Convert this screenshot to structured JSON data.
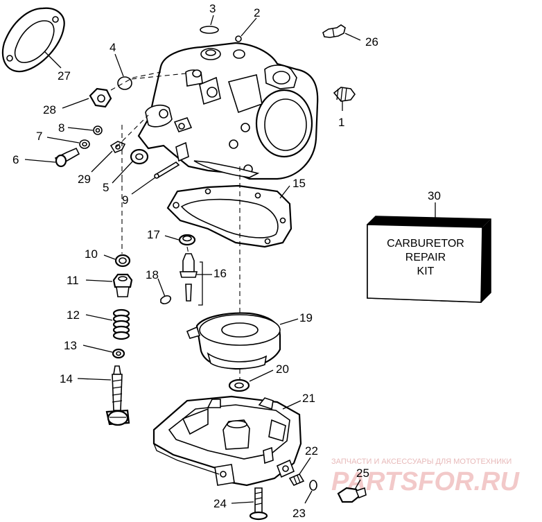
{
  "callouts": [
    {
      "id": "1",
      "text": "1"
    },
    {
      "id": "2",
      "text": "2"
    },
    {
      "id": "3",
      "text": "3"
    },
    {
      "id": "4",
      "text": "4"
    },
    {
      "id": "5",
      "text": "5"
    },
    {
      "id": "6",
      "text": "6"
    },
    {
      "id": "7",
      "text": "7"
    },
    {
      "id": "8",
      "text": "8"
    },
    {
      "id": "9",
      "text": "9"
    },
    {
      "id": "10",
      "text": "10"
    },
    {
      "id": "11",
      "text": "11"
    },
    {
      "id": "12",
      "text": "12"
    },
    {
      "id": "13",
      "text": "13"
    },
    {
      "id": "14",
      "text": "14"
    },
    {
      "id": "15",
      "text": "15"
    },
    {
      "id": "16",
      "text": "16"
    },
    {
      "id": "17",
      "text": "17"
    },
    {
      "id": "18",
      "text": "18"
    },
    {
      "id": "19",
      "text": "19"
    },
    {
      "id": "20",
      "text": "20"
    },
    {
      "id": "21",
      "text": "21"
    },
    {
      "id": "22",
      "text": "22"
    },
    {
      "id": "23",
      "text": "23"
    },
    {
      "id": "24",
      "text": "24"
    },
    {
      "id": "25",
      "text": "25"
    },
    {
      "id": "26",
      "text": "26"
    },
    {
      "id": "27",
      "text": "27"
    },
    {
      "id": "28",
      "text": "28"
    },
    {
      "id": "29",
      "text": "29"
    },
    {
      "id": "30",
      "text": "30"
    }
  ],
  "kit_box": {
    "line1": "CARBURETOR",
    "line2": "REPAIR",
    "line3": "KIT"
  },
  "watermark": {
    "caption": "ЗАПЧАСТИ И АКСЕССУАРЫ ДЛЯ МОТОТЕХНИКИ",
    "logo": "PARTSFOR.RU"
  }
}
